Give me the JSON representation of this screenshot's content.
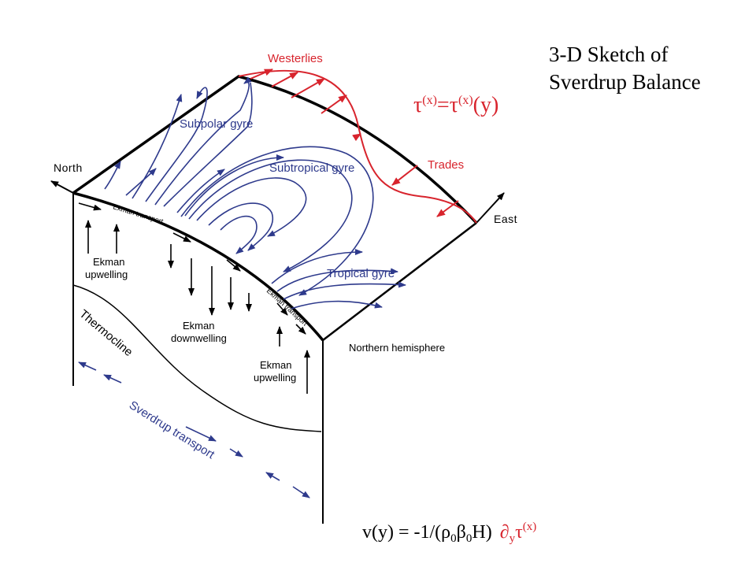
{
  "title": {
    "line1": "3-D Sketch of",
    "line2": "Sverdrup Balance"
  },
  "stress_formula": {
    "tau": "τ",
    "sup1": "(x)",
    "eq": "=",
    "tau2": "τ",
    "sup2": "(x)",
    "arg": "(y)"
  },
  "transport_formula": {
    "lhs": "v(y) = -1/(",
    "rho": "ρ",
    "rho_sub": "0",
    "beta": "β",
    "beta_sub": "0",
    "rhs": "H)",
    "partial": "∂",
    "partial_sub": "y",
    "tau": "τ",
    "tau_sup": "(x)"
  },
  "labels": {
    "north": "North",
    "east": "East",
    "westerlies": "Westerlies",
    "trades": "Trades",
    "subpolar_gyre": "Subpolar gyre",
    "subtropical_gyre": "Subtropical gyre",
    "tropical_gyre": "Tropical gyre",
    "ekman_transport_1": "Ekman transport",
    "ekman_transport_2": "Ekman transport",
    "ekman_upwelling_1a": "Ekman",
    "ekman_upwelling_1b": "upwelling",
    "ekman_downwelling_a": "Ekman",
    "ekman_downwelling_b": "downwelling",
    "ekman_upwelling_2a": "Ekman",
    "ekman_upwelling_2b": "upwelling",
    "thermocline": "Thermocline",
    "sverdrup_transport": "Sverdrup transport",
    "northern_hemisphere": "Northern hemisphere"
  },
  "colors": {
    "wind": "#d8242d",
    "gyre": "#2e3a8c",
    "outline": "#000000"
  }
}
